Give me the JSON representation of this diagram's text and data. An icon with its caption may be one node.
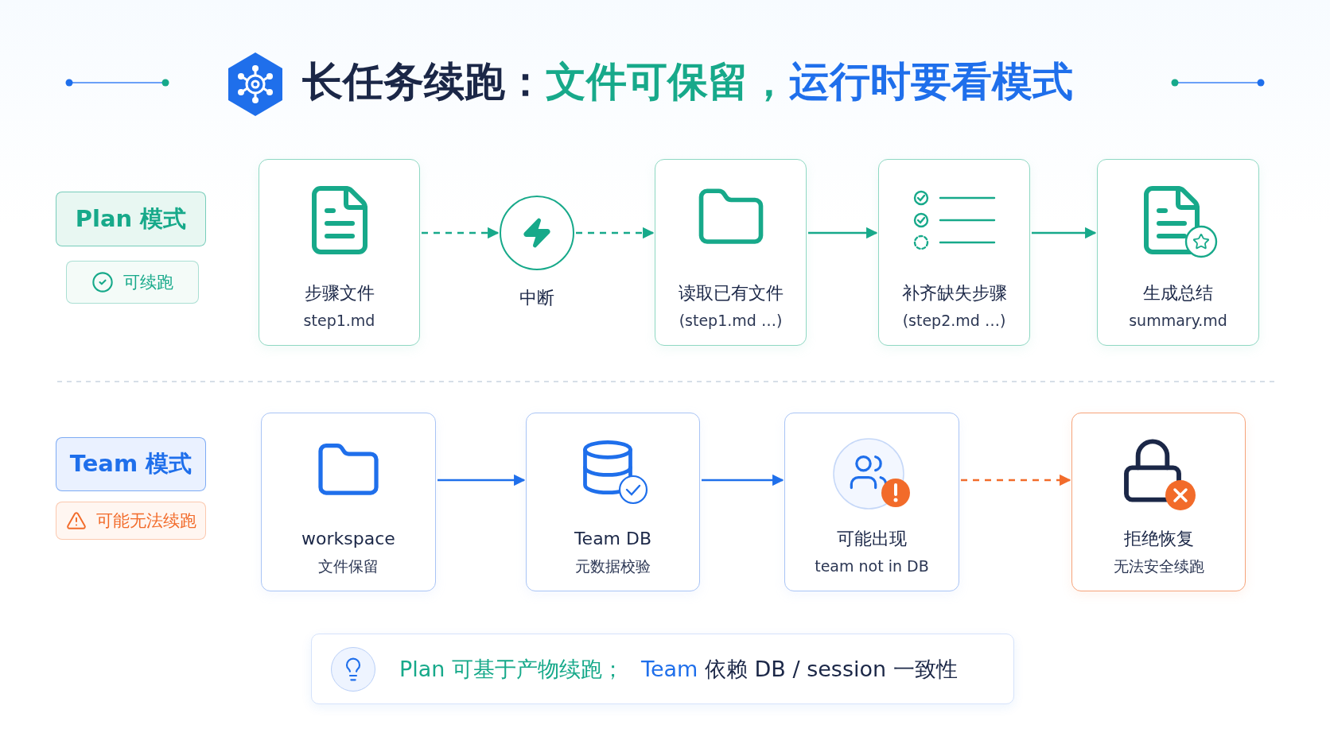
{
  "diagram": {
    "title": "长任务续跑：文件可保留，运行时要看模式",
    "nodes": [
      {
        "text": [
          "Plan 模式"
        ]
      },
      {
        "text": [
          "可续跑"
        ]
      },
      {
        "text": [
          "步骤文件",
          "step1.md"
        ]
      },
      {
        "text": [
          "中断"
        ]
      },
      {
        "text": [
          "读取已有文件",
          "(step1.md …)"
        ]
      },
      {
        "text": [
          "补齐缺失步骤",
          "(step2.md …)"
        ]
      },
      {
        "text": [
          "生成总结",
          "summary.md"
        ]
      },
      {
        "text": [
          "Team 模式"
        ]
      },
      {
        "text": [
          "可能无法续跑"
        ]
      },
      {
        "text": [
          "workspace",
          "文件保留"
        ]
      },
      {
        "text": [
          "Team DB",
          "元数据校验"
        ]
      },
      {
        "text": [
          "可能出现",
          "team not in DB"
        ]
      },
      {
        "text": [
          "拒绝恢复",
          "无法安全续跑"
        ]
      },
      {
        "text": [
          "Plan 可基于产物续跑；",
          "**Team** 依赖 DB / session 一致性"
        ]
      }
    ],
    "edges": [
      {
        "from": 2,
        "to": 3,
        "arrow": "to",
        "style": "dashed"
      },
      {
        "from": 3,
        "to": 4,
        "arrow": "to",
        "style": "dashed"
      },
      {
        "from": 4,
        "to": 5,
        "arrow": "to"
      },
      {
        "from": 5,
        "to": 6,
        "arrow": "to"
      },
      {
        "from": 9,
        "to": 10,
        "arrow": "to",
        "color": "#1f6feb"
      },
      {
        "from": 10,
        "to": 11,
        "arrow": "to",
        "color": "#1f6feb"
      },
      {
        "from": 11,
        "to": 12,
        "arrow": "to",
        "style": "dashed",
        "color": "#f26b2a"
      }
    ]
  }
}
